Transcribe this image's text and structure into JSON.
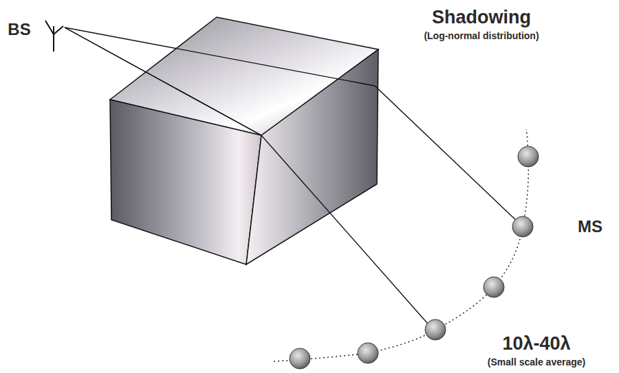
{
  "diagram": {
    "labels": [
      "BS",
      "Shadowing",
      "(Log-normal distribution)",
      "MS",
      "10λ-40λ",
      "(Small scale average)"
    ]
  }
}
